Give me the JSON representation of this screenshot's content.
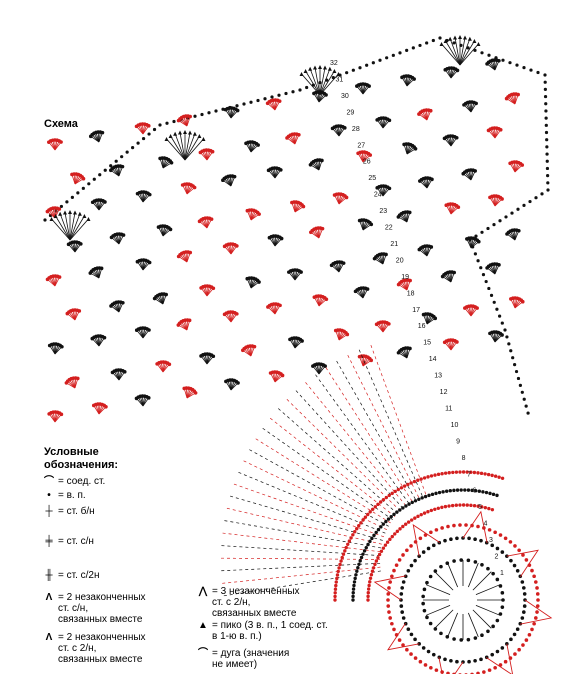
{
  "title": "Схема",
  "row_numbers": [
    "1",
    "2",
    "3",
    "4",
    "5",
    "6",
    "7",
    "8",
    "9",
    "10",
    "11",
    "12",
    "13",
    "14",
    "15",
    "16",
    "17",
    "18",
    "19",
    "20",
    "21",
    "22",
    "23",
    "24",
    "25",
    "26",
    "27",
    "28",
    "29",
    "30",
    "31",
    "32"
  ],
  "legend": {
    "heading": "Условные обозначения:",
    "items": [
      {
        "symbol": "⌒",
        "lines": [
          "= соед. ст."
        ]
      },
      {
        "symbol": "•",
        "lines": [
          "= в. п."
        ]
      },
      {
        "symbol": "┼",
        "lines": [
          "= ст. б/н"
        ]
      },
      {
        "symbol": "╪",
        "lines": [
          "= ст. с/н"
        ]
      },
      {
        "symbol": "╫",
        "lines": [
          "= ст. с/2н"
        ]
      },
      {
        "symbol": "Λ",
        "lines": [
          "= 2 незаконченных",
          "ст. с/н,",
          "связанных вместе"
        ]
      },
      {
        "symbol": "Λ",
        "lines": [
          "= 2 незаконченных",
          "ст. с 2/н,",
          "связанных вместе"
        ]
      },
      {
        "symbol": "⋀",
        "lines": [
          "= 3 незаконченных",
          "ст. с 2/н,",
          "связанных вместе"
        ]
      },
      {
        "symbol": "▲",
        "lines": [
          "= пико (3 в. п., 1 соед. ст.",
          "в 1-ю в. п.)"
        ]
      },
      {
        "symbol": "⌒",
        "lines": [
          "= дуга (значения",
          "не имеет)"
        ]
      }
    ]
  },
  "colors": {
    "black": "#111111",
    "red": "#d41f1f"
  }
}
